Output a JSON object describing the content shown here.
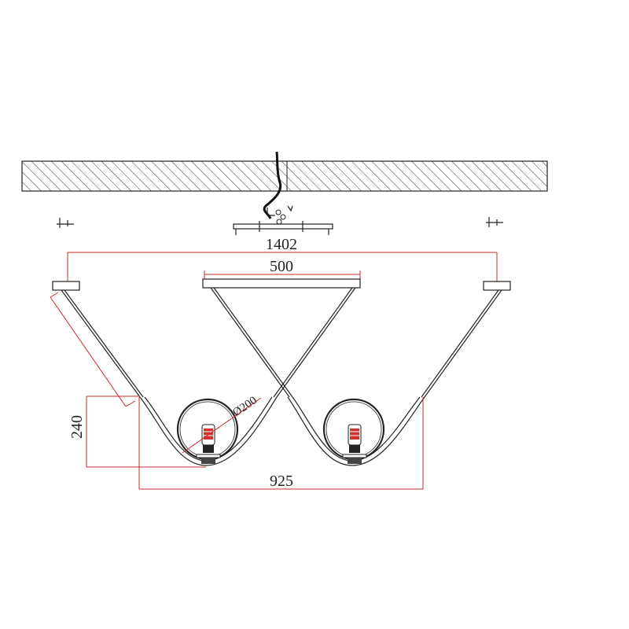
{
  "dimensions": {
    "total_span": "1402",
    "canopy_width": "500",
    "diameter": "Ø200",
    "drop_height": "240",
    "bottom_width": "925"
  },
  "colors": {
    "dimension_line": "#cc2b2b",
    "drawing_line": "#222222",
    "bulb_accent": "#d0342c"
  }
}
